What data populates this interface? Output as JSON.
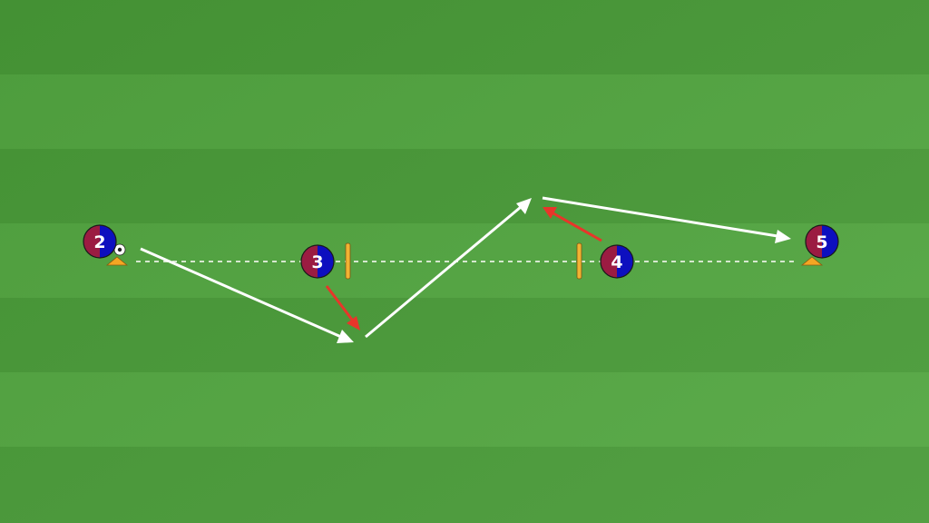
{
  "drill": {
    "colors": {
      "grass_dark": "#489a37",
      "grass_light": "#56ad43",
      "player_left": "#9b1c42",
      "player_right": "#0d0fbf",
      "cone": "#f5a623",
      "pole": "#f2b233",
      "pass_line": "#ffffff",
      "run_line": "#e8352a",
      "dotted_line": "#d6e8cf"
    },
    "players": [
      {
        "number": "2"
      },
      {
        "number": "3"
      },
      {
        "number": "4"
      },
      {
        "number": "5"
      }
    ],
    "icons": [
      "ball-icon",
      "cone-icon",
      "pole-icon",
      "player-token-icon"
    ]
  }
}
